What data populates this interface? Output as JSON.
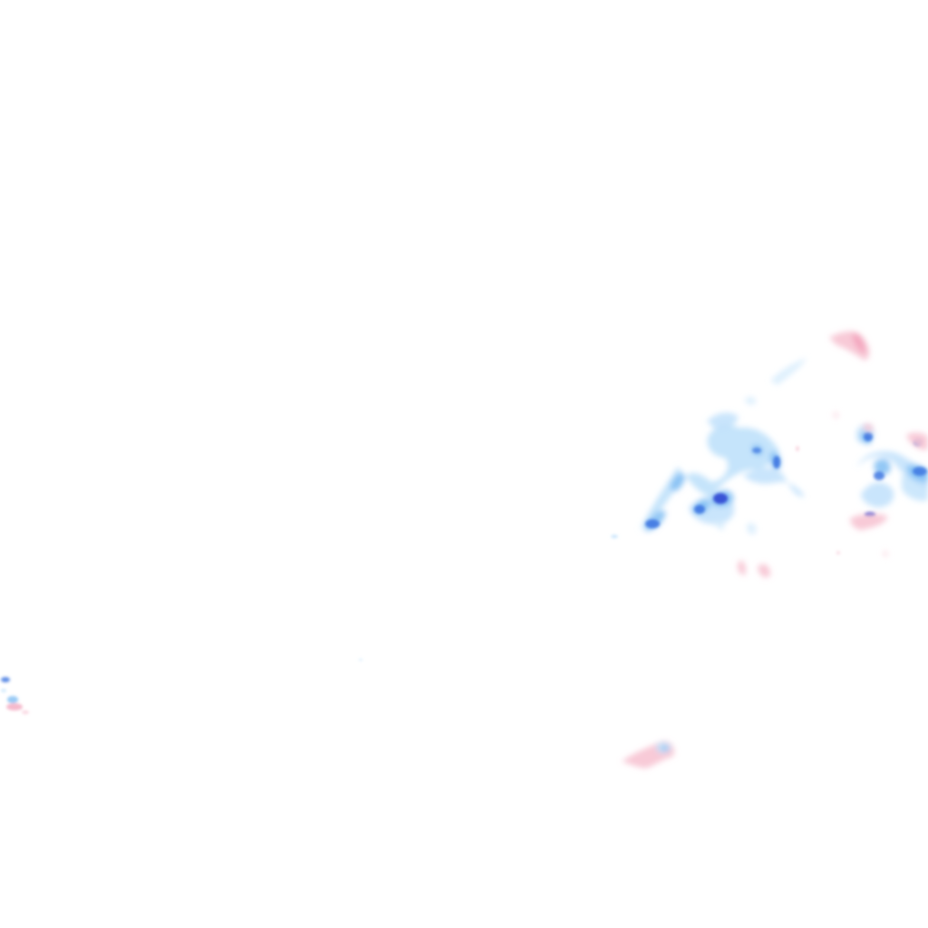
{
  "map": {
    "type": "precipitation-radar-overlay",
    "background": "#ffffff",
    "legend_shown": false,
    "precipitation_types": [
      {
        "kind": "rain",
        "intensity": "light",
        "color": "#bfe1fb"
      },
      {
        "kind": "rain",
        "intensity": "moderate",
        "color": "#7fbdf3"
      },
      {
        "kind": "rain",
        "intensity": "heavy",
        "color": "#3a72e0"
      },
      {
        "kind": "rain",
        "intensity": "very-heavy",
        "color": "#2a3fd0"
      },
      {
        "kind": "mixed",
        "intensity": "light",
        "color": "#f7c4d3"
      },
      {
        "kind": "mixed",
        "intensity": "moderate",
        "color": "#f19bb6"
      }
    ]
  }
}
